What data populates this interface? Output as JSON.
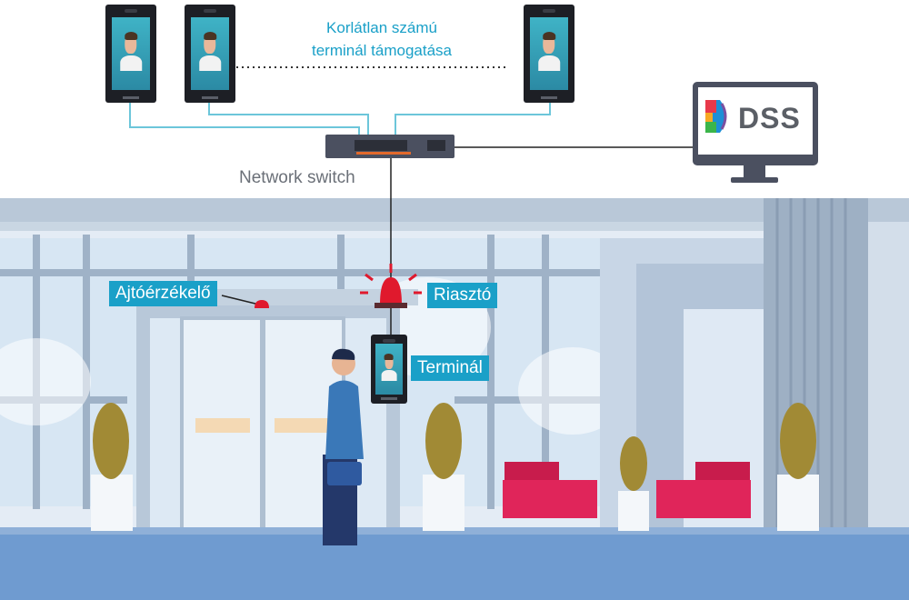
{
  "headline": {
    "line1": "Korlátlan számú",
    "line2": "terminál támogatása"
  },
  "switch_caption": "Network switch",
  "dss_logo": {
    "text": "DSS",
    "colors": [
      "#e8394a",
      "#f7a823",
      "#3bb54a",
      "#1d8fd6",
      "#7b4fa0"
    ]
  },
  "labels": {
    "door_sensor": "Ajtóérzékelő",
    "alarm": "Riasztó",
    "terminal": "Terminál"
  },
  "colors": {
    "accent": "#1aa0c8",
    "alarm_red": "#e0192d",
    "sofa": "#e0255a",
    "floor": "#6f9bd0",
    "cable": "#6cc6da"
  },
  "icons": [
    "face-terminal-icon",
    "network-switch-icon",
    "monitor-icon",
    "alarm-siren-icon",
    "door-sensor-icon",
    "person-icon",
    "plant-icon",
    "sofa-icon"
  ]
}
